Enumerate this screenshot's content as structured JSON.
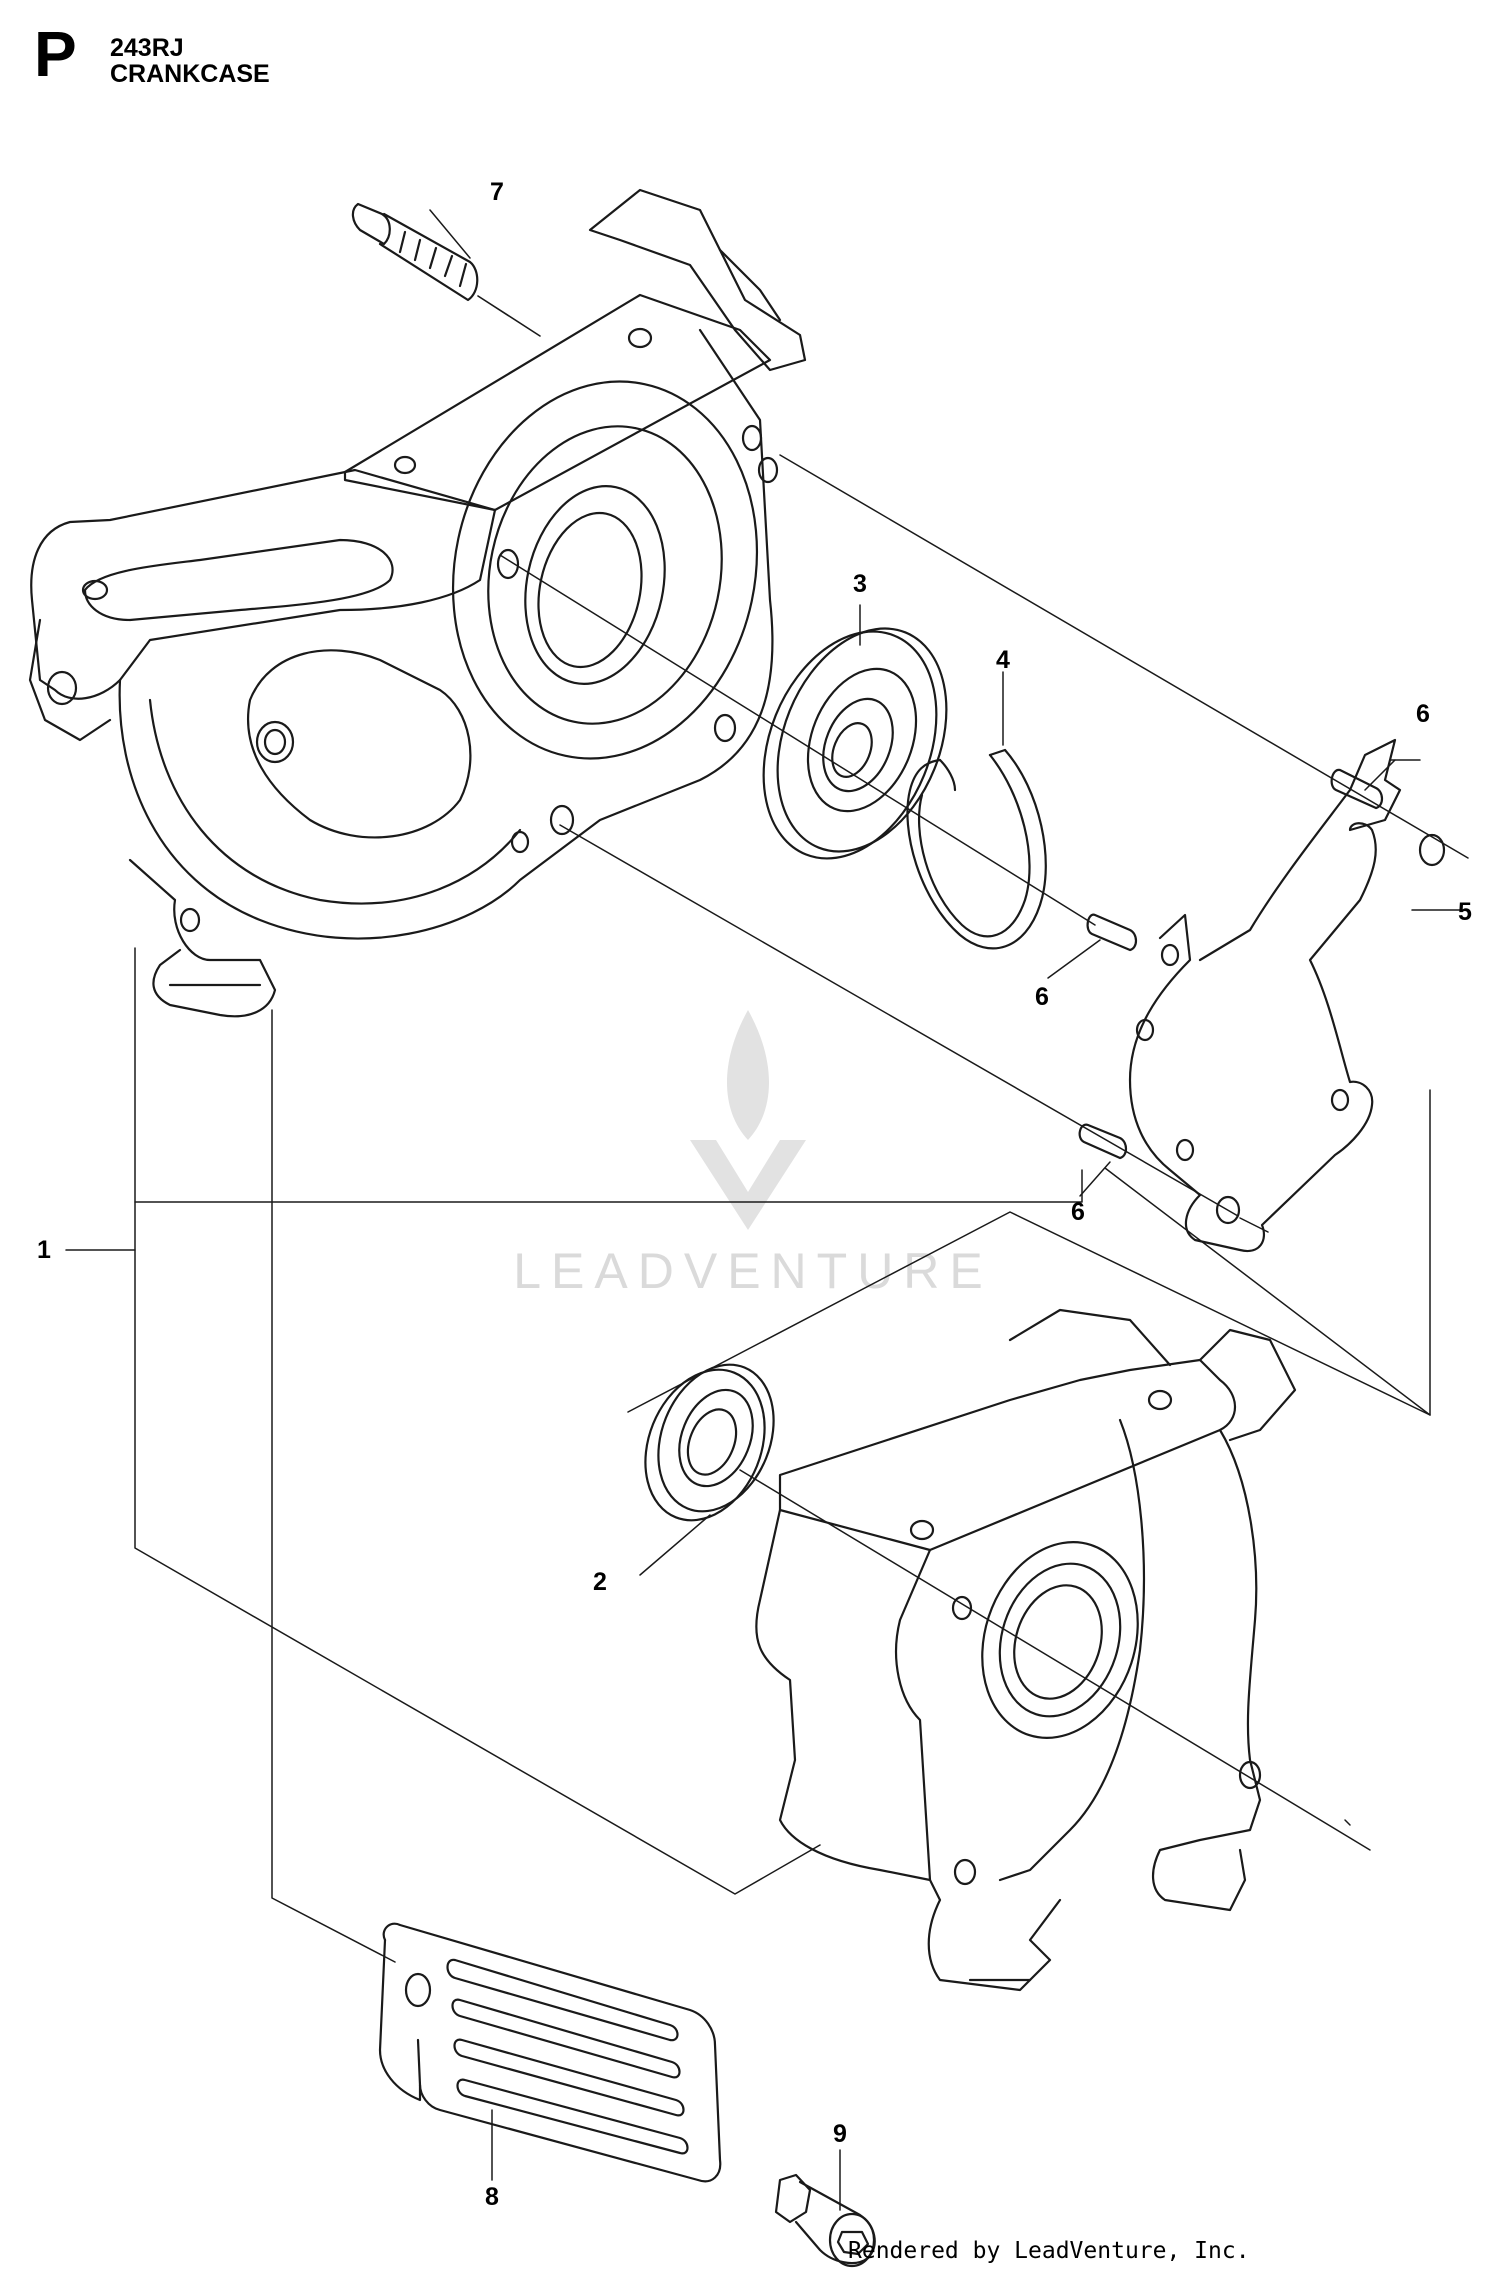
{
  "header": {
    "section_letter": "P",
    "model": "243RJ",
    "title": "CRANKCASE"
  },
  "watermark": {
    "brand": "LEADVENTURE"
  },
  "footer": {
    "rendered_by": "Rendered by LeadVenture, Inc."
  },
  "callouts": [
    {
      "id": "c1",
      "label": "1"
    },
    {
      "id": "c2",
      "label": "2"
    },
    {
      "id": "c3",
      "label": "3"
    },
    {
      "id": "c4",
      "label": "4"
    },
    {
      "id": "c5",
      "label": "5"
    },
    {
      "id": "c6a",
      "label": "6"
    },
    {
      "id": "c6b",
      "label": "6"
    },
    {
      "id": "c6c",
      "label": "6"
    },
    {
      "id": "c7",
      "label": "7"
    },
    {
      "id": "c8",
      "label": "8"
    },
    {
      "id": "c9",
      "label": "9"
    }
  ],
  "colors": {
    "line": "#1a1a1a",
    "watermark": "#d9d9d9"
  }
}
